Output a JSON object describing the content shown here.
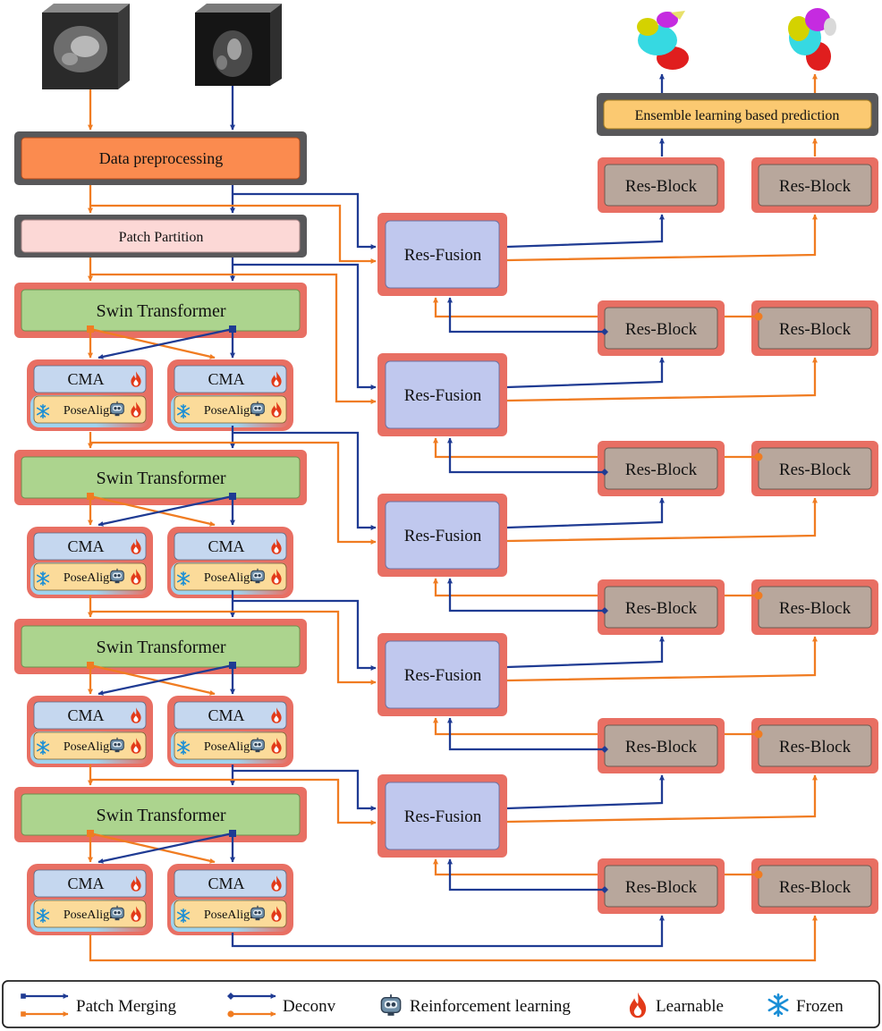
{
  "labels": {
    "data_preprocessing": "Data preprocessing",
    "patch_partition": "Patch Partition",
    "swin_transformer": "Swin Transformer",
    "cma": "CMA",
    "pose_align": "PoseAlign",
    "res_fusion": "Res-Fusion",
    "res_block": "Res-Block",
    "ensemble": "Ensemble learning based prediction"
  },
  "legend": {
    "patch_merging": "Patch Merging",
    "deconv": "Deconv",
    "reinforcement_learning": "Reinforcement learning",
    "learnable": "Learnable",
    "frozen": "Frozen"
  },
  "colors": {
    "orange_arrow": "#f07c22",
    "blue_arrow": "#1f3b93",
    "outer_frame": "#e86f63",
    "dark_frame": "#58585a",
    "preprocess_fill": "#fb8b4f",
    "partition_fill": "#fcd8d6",
    "swin_fill": "#acd48e",
    "cma_fill": "#c5d7ef",
    "posealign_fill": "#fbdb9a",
    "frozen_base": "#9fd3ee",
    "resfusion_fill": "#c0c8ee",
    "resblock_fill": "#b8a79c",
    "ensemble_fill": "#fbc971"
  },
  "icons": [
    "ct-volume-icon",
    "mri-volume-icon",
    "heart-segmentation-icon",
    "robot-icon",
    "flame-icon",
    "snowflake-icon"
  ]
}
